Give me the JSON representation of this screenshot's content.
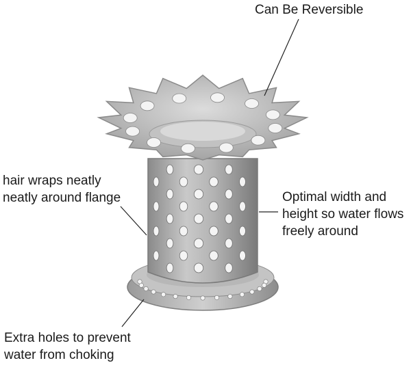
{
  "callouts": {
    "top": {
      "lines": [
        "Can Be Reversible"
      ]
    },
    "left": {
      "lines": [
        "hair wraps neatly",
        "neatly around flange"
      ]
    },
    "right": {
      "lines": [
        "Optimal width and",
        "height so water flows",
        "freely around"
      ]
    },
    "bottom": {
      "lines": [
        "Extra holes to prevent",
        "water from choking"
      ]
    }
  },
  "colors": {
    "metal_light": "#d6d6d6",
    "metal_mid": "#a9a9a9",
    "metal_dark": "#7d7d7d",
    "hole": "#f4f4f4",
    "leader_line": "#222222"
  }
}
